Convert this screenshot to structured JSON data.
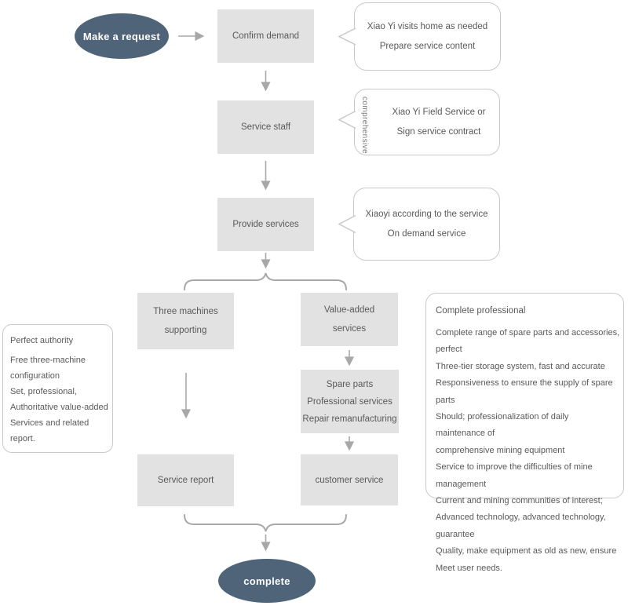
{
  "nodes": {
    "start": "Make a request",
    "confirm_demand": "Confirm demand",
    "service_staff": "Service staff",
    "provide_services": "Provide services",
    "three_machines": [
      "Three machines",
      "supporting"
    ],
    "value_added": [
      "Value-added",
      "services"
    ],
    "spare_parts": [
      "Spare parts",
      "Professional services",
      "Repair remanufacturing"
    ],
    "service_report": "Service report",
    "customer_service": "customer service",
    "complete": "complete"
  },
  "callouts": {
    "visit": [
      "Xiao Yi visits home as needed",
      "Prepare service content"
    ],
    "field_service": [
      "Xiao Yi Field Service or",
      "Sign service contract"
    ],
    "field_service_vertical": "comprehensive",
    "on_demand": [
      "Xiaoyi according to the service",
      "On demand service"
    ]
  },
  "panels": {
    "perfect_authority": {
      "title": "Perfect authority",
      "lines": [
        "Free three-machine configuration",
        "Set, professional,",
        "Authoritative value-added",
        "Services and related",
        "report."
      ]
    },
    "complete_professional": {
      "title": "Complete professional",
      "lines": [
        "Complete range of spare parts and accessories, perfect",
        "Three-tier storage system, fast and accurate",
        "Responsiveness to ensure the supply of spare parts",
        "Should; professionalization of daily maintenance of",
        "comprehensive mining equipment",
        "Service to improve the difficulties of mine management",
        "Current and mining communities of interest;",
        "Advanced technology, advanced technology, guarantee",
        "Quality, make equipment as old as new, ensure",
        "Meet user needs."
      ]
    }
  },
  "colors": {
    "node_fill": "#e2e2e3",
    "node_text": "#595959",
    "terminal_fill": "#4f6479",
    "terminal_text": "#ffffff",
    "connector": "#a8a8a8",
    "border": "#c9c9c9"
  }
}
